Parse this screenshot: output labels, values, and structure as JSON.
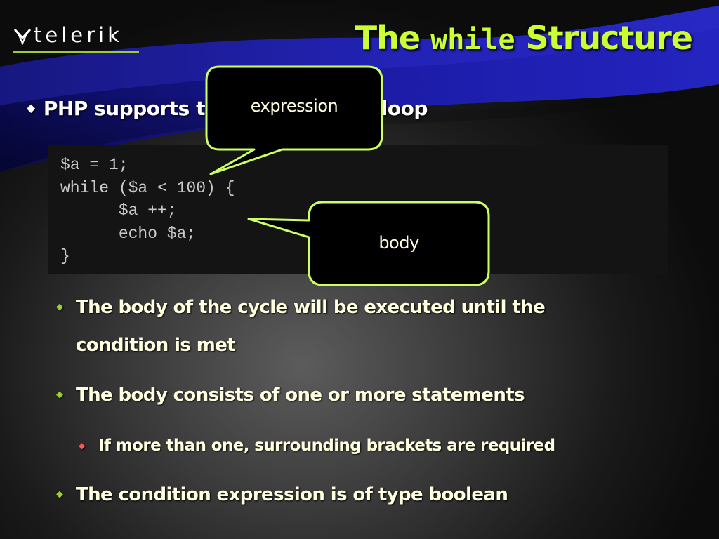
{
  "logo": {
    "text": "telerik",
    "mark_icon": "telerik-chevron-icon"
  },
  "title": {
    "before": "The ",
    "code": "while",
    "after": " Structure"
  },
  "bullets": {
    "main": "PHP supports the C style while loop",
    "code_lines": [
      "$a = 1;",
      "while ($a < 100) {",
      "      $a ++;",
      "      echo $a;",
      "}"
    ],
    "sub": [
      "The body of the cycle will be executed until the condition is met",
      "The body consists of one or more statements"
    ],
    "subsub": [
      "If more than one, surrounding brackets are required"
    ],
    "last": "The condition expression is of type boolean"
  },
  "callouts": {
    "expression": "expression",
    "body": "body"
  },
  "colors": {
    "title": "#ccff33",
    "accent_green": "#9acd32",
    "callout_fill": "#000000",
    "callout_border": "#ccff66",
    "subsub_marker": "#ff5555",
    "swoosh_blue": "#1a1aa0"
  }
}
